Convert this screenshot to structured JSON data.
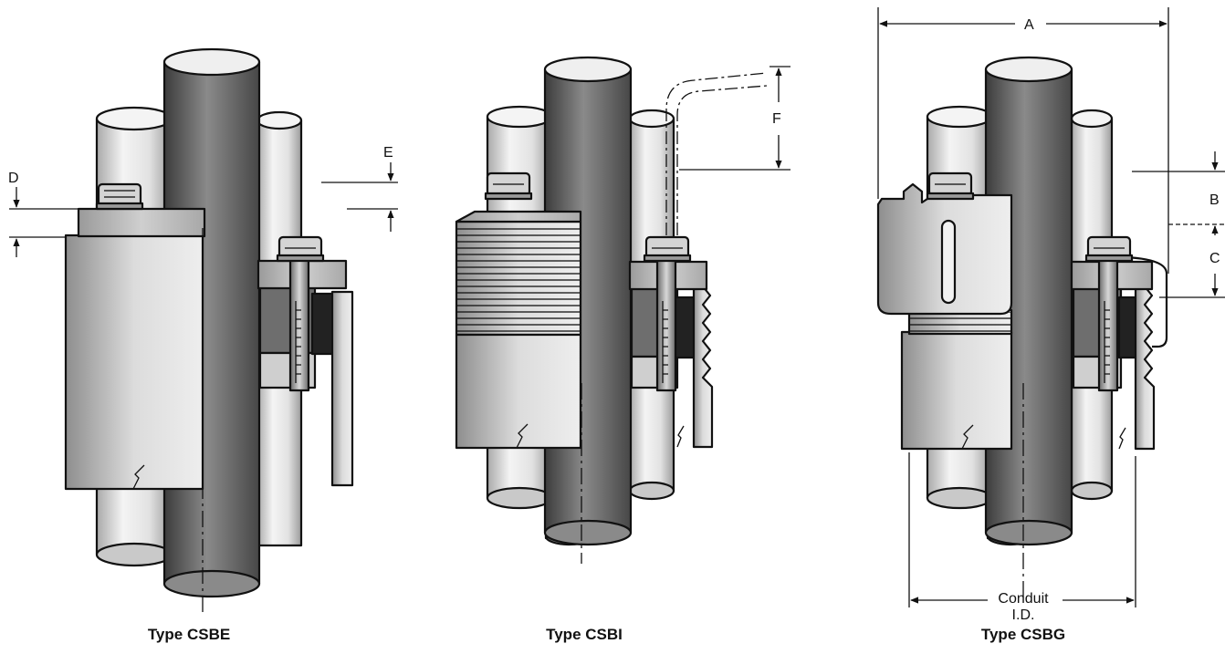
{
  "figures": [
    {
      "id": "csbe",
      "caption": "Type CSBE"
    },
    {
      "id": "csbi",
      "caption": "Type CSBI"
    },
    {
      "id": "csbg",
      "caption": "Type CSBG"
    }
  ],
  "dimension_labels": {
    "a": "A",
    "b": "B",
    "c": "C",
    "d": "D",
    "e": "E",
    "f": "F",
    "conduit_line1": "Conduit",
    "conduit_line2": "I.D."
  },
  "colors": {
    "outline": "#111111",
    "pipe_light": "#e9e9e9",
    "pipe_dark": "#5a5a5a",
    "sleeve": "#c8c8c8",
    "rubber": "#6e6e6e",
    "plate": "#bdbdbd"
  }
}
